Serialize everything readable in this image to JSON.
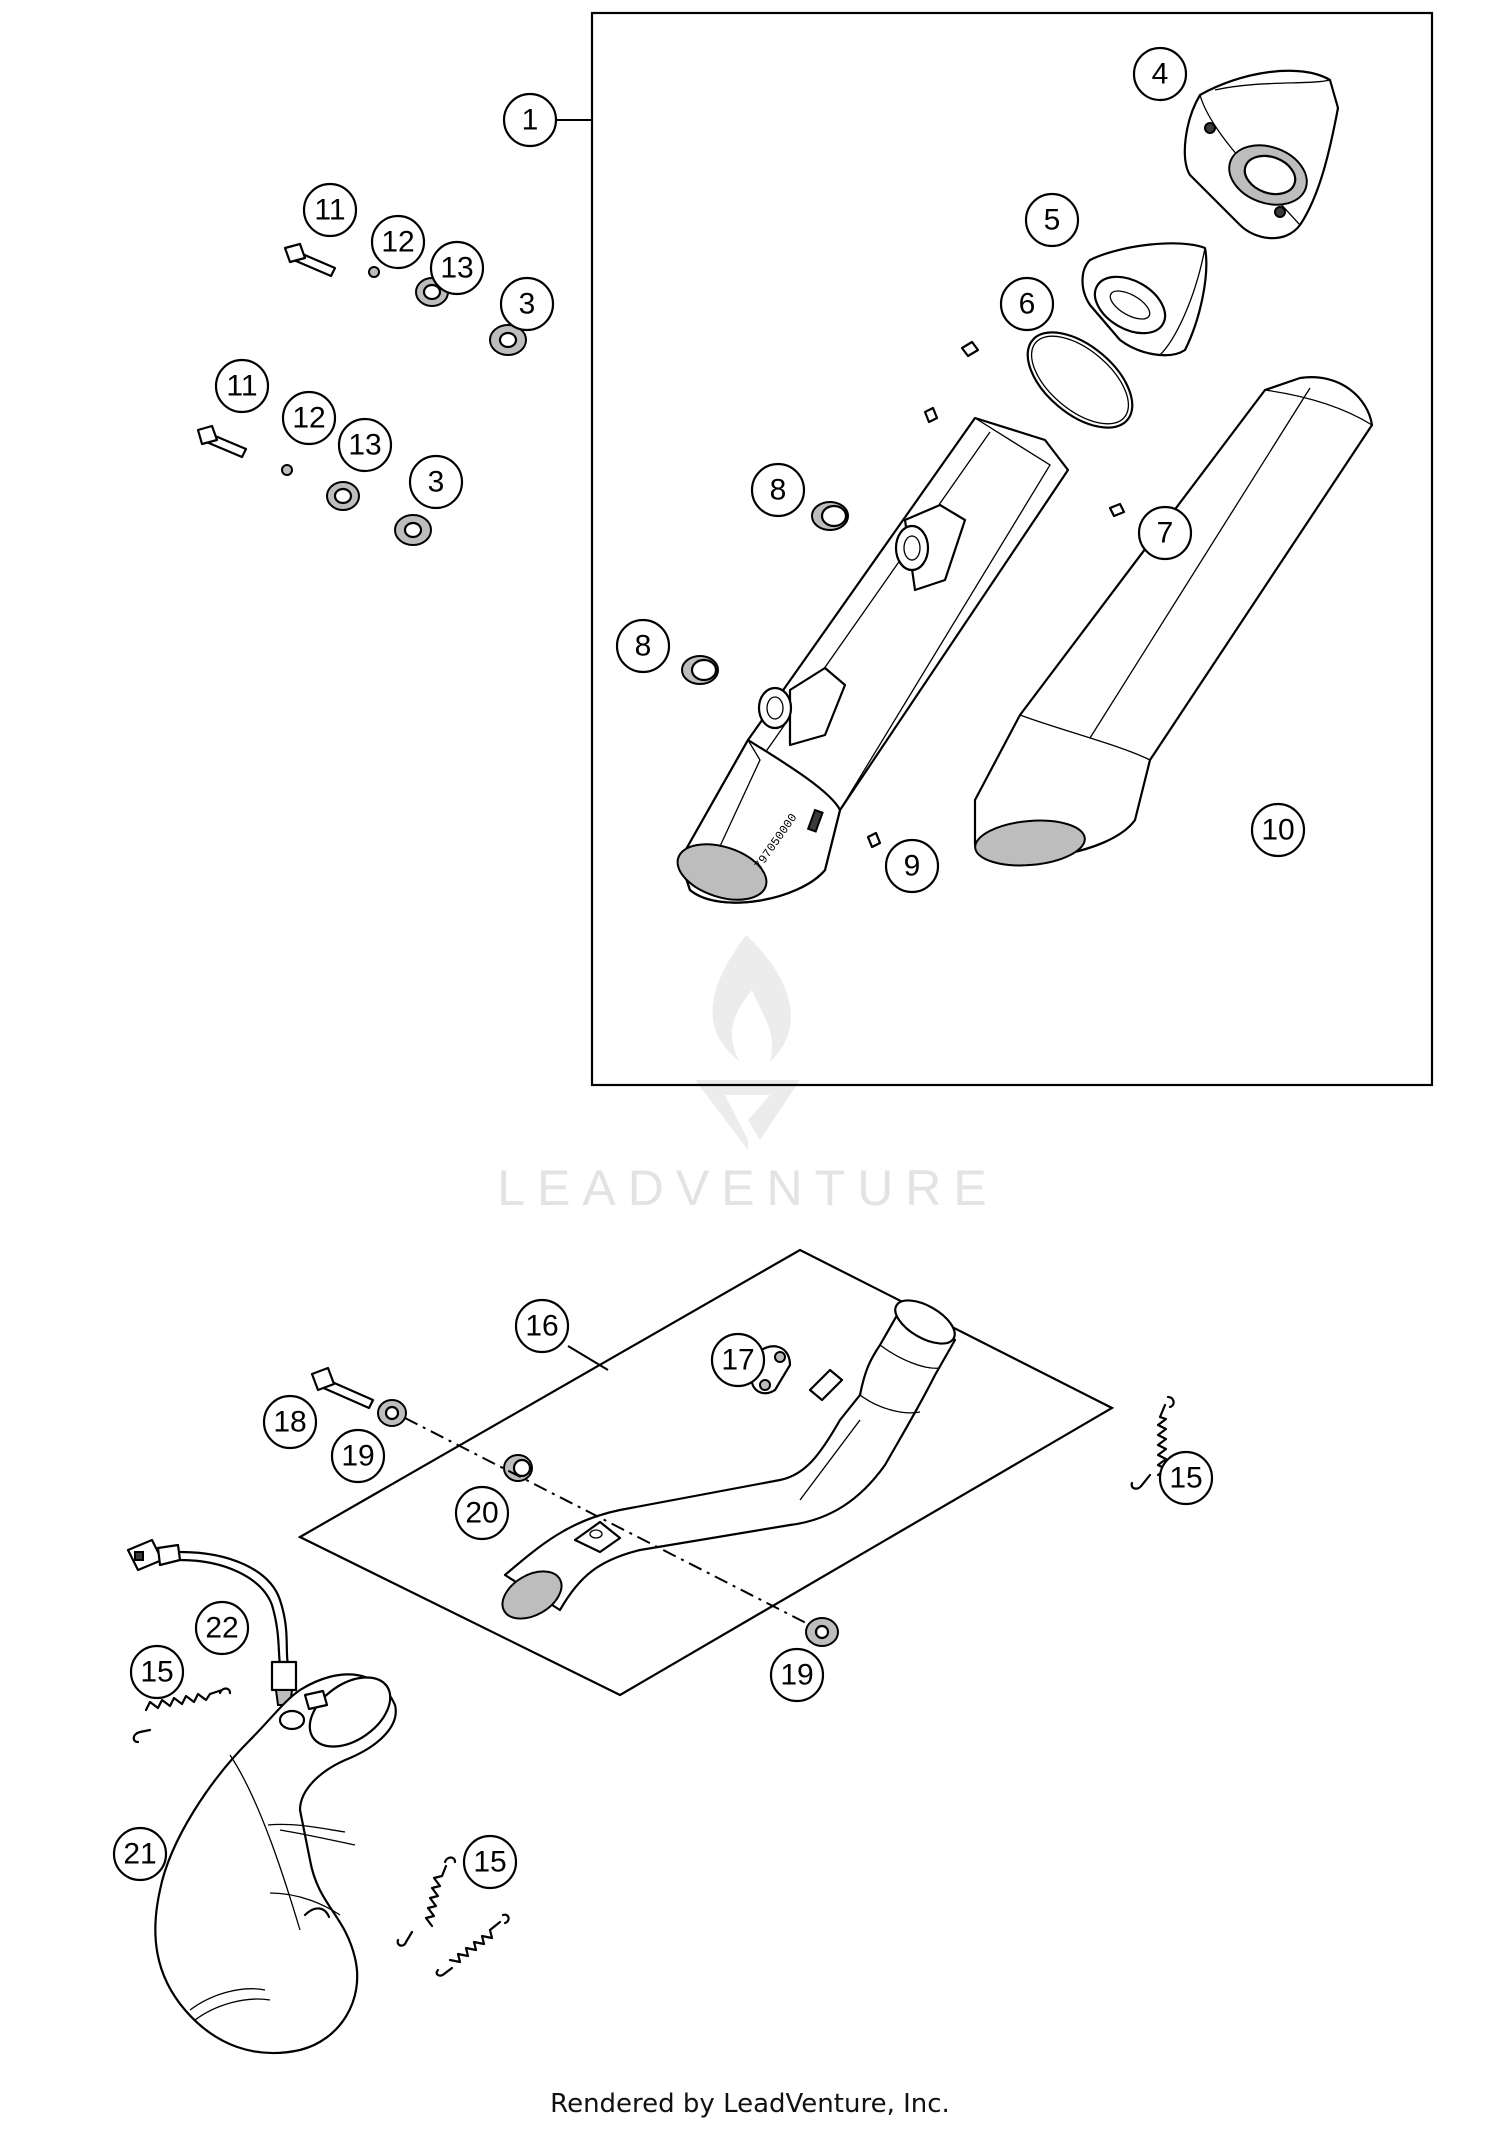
{
  "watermark": {
    "brand": "LEADVENTURE"
  },
  "footer": {
    "credit": "Rendered by LeadVenture, Inc."
  },
  "callouts": {
    "c1": "1",
    "c3a": "3",
    "c3b": "3",
    "c4": "4",
    "c5": "5",
    "c6": "6",
    "c7": "7",
    "c8a": "8",
    "c8b": "8",
    "c9": "9",
    "c10": "10",
    "c11a": "11",
    "c11b": "11",
    "c12a": "12",
    "c12b": "12",
    "c13a": "13",
    "c13b": "13",
    "c15a": "15",
    "c15b": "15",
    "c15c": "15",
    "c16": "16",
    "c17": "17",
    "c18": "18",
    "c19a": "19",
    "c19b": "19",
    "c20": "20",
    "c21": "21",
    "c22": "22"
  },
  "colors": {
    "line": "#000000",
    "watermark": "#e3e3e3",
    "background": "#ffffff"
  }
}
